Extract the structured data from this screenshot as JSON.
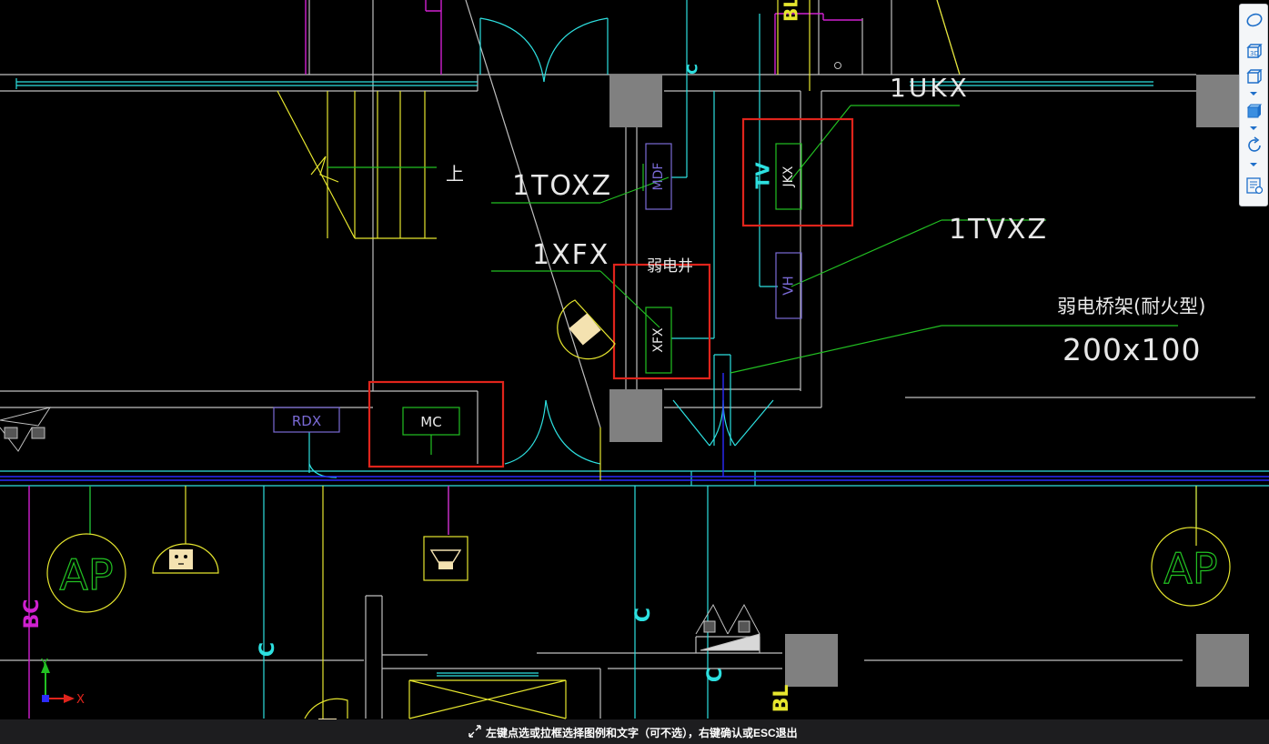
{
  "drawing": {
    "labels": {
      "tag_1ukx": "1UKX",
      "tag_1toxz": "1TOXZ",
      "tag_1xfx": "1XFX",
      "tag_1tvxz": "1TVXZ",
      "tray_name": "弱电桥架(耐火型)",
      "tray_size": "200x100",
      "shaft_name": "弱电井",
      "stair_up": "上",
      "box_jkx": "JKX",
      "box_mdf": "MDF",
      "box_vh": "VH",
      "box_xfx": "XFX",
      "box_mc": "MC",
      "box_rdx": "RDX",
      "tv": "TV",
      "ap": "AP",
      "bl": "BL",
      "bc": "BC",
      "c": "C",
      "axis_x": "X",
      "axis_y": "Y"
    },
    "colors": {
      "selection_box": "#e0241c",
      "white_wall": "#bfbfbf",
      "yellow": "#e6e62e",
      "cyan": "#2de0e0",
      "green": "#22c022",
      "blue": "#2b2bff",
      "magenta": "#d020d0",
      "purple": "#7a6ad6",
      "gray_column": "#808080"
    }
  },
  "toolbar": {
    "items": [
      {
        "name": "orbit-icon"
      },
      {
        "name": "3d-view-icon"
      },
      {
        "name": "view-cube-icon"
      },
      {
        "name": "shaded-cube-icon"
      },
      {
        "name": "rotate-icon"
      },
      {
        "name": "properties-list-icon"
      }
    ]
  },
  "status": {
    "message": "左键点选或拉框选择图例和文字（可不选），右键确认或ESC退出"
  }
}
